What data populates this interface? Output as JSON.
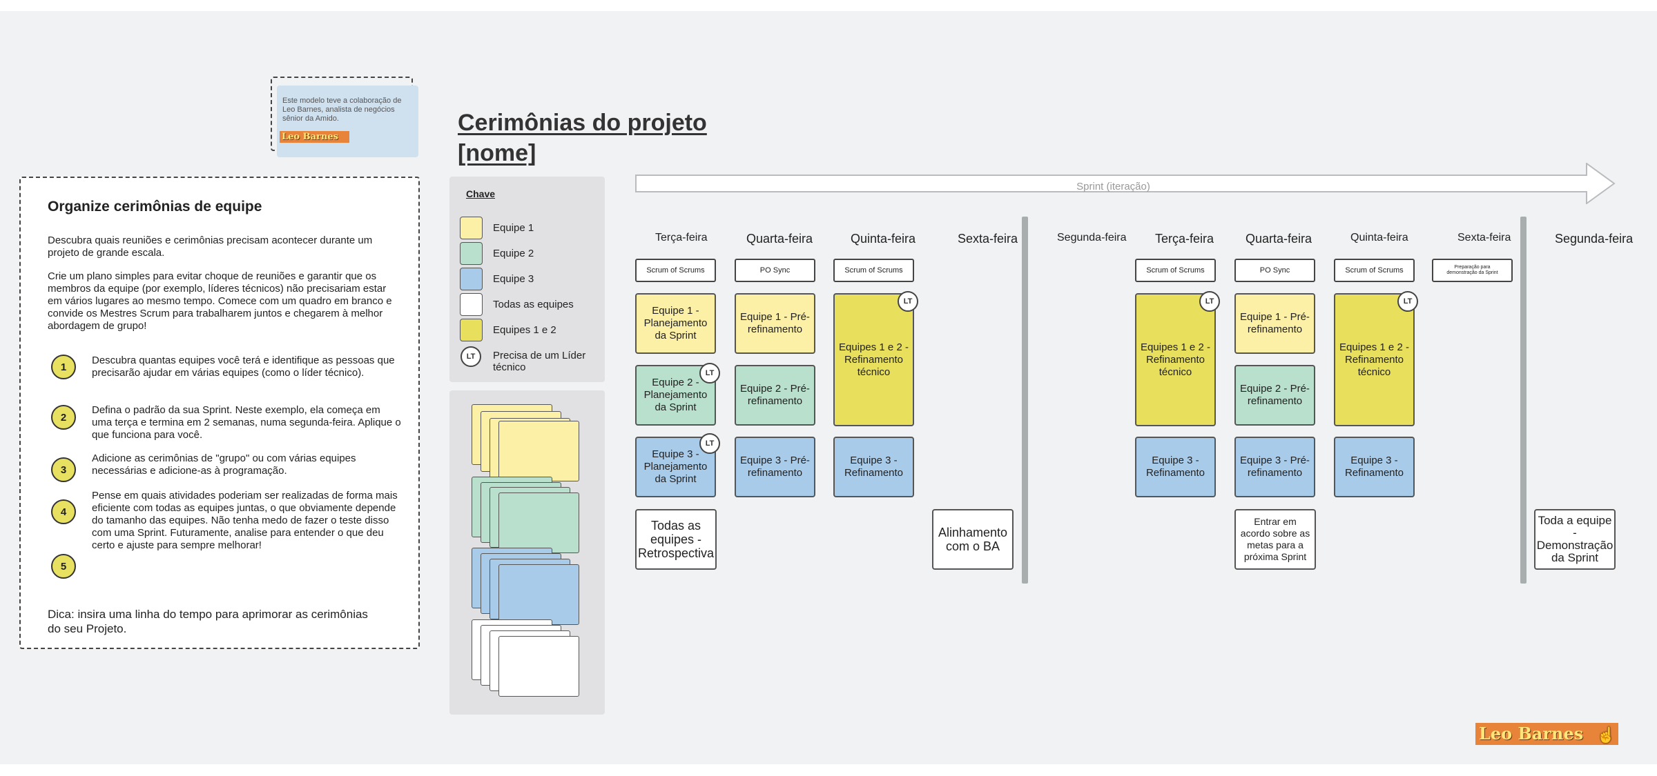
{
  "title": {
    "line1": "Cerimônias do projeto",
    "line2": "[nome]"
  },
  "collab": {
    "text": "Este modelo teve a colaboração de Leo Barnes, analista de negócios sênior da Amido.",
    "logo": "Leo Barnes"
  },
  "instructions": {
    "heading": "Organize cerimônias de equipe",
    "p1": "Descubra quais reuniões e cerimônias precisam acontecer durante um projeto de grande escala.",
    "p2": "Crie um plano simples para evitar choque de reuniões e garantir que os membros da equipe (por exemplo, líderes técnicos) não precisariam estar em vários lugares ao mesmo tempo. Comece com um quadro em branco e convide os Mestres Scrum para trabalharem juntos e chegarem à melhor abordagem de grupo!",
    "steps": [
      {
        "num": "1",
        "text": "Descubra quantas equipes você terá e identifique as pessoas que precisarão ajudar em várias equipes (como o líder técnico)."
      },
      {
        "num": "2",
        "text": "Defina o padrão da sua Sprint. Neste exemplo, ela começa em uma terça e termina em 2 semanas, numa segunda-feira. Aplique o que funciona para você."
      },
      {
        "num": "3",
        "text": "Adicione as cerimônias de \"grupo\" ou com várias equipes necessárias e adicione-as à programação."
      },
      {
        "num": "4",
        "text": "Pense em quais atividades poderiam ser realizadas de forma mais eficiente com todas as equipes juntas, o que obviamente depende do tamanho das equipes. Não tenha medo de fazer o teste disso com uma Sprint. Futuramente, analise para entender o que deu certo e ajuste para sempre melhorar!"
      },
      {
        "num": "5",
        "text": ""
      }
    ],
    "tip": "Dica: insira uma linha do tempo para aprimorar as cerimônias do seu Projeto."
  },
  "key": {
    "heading": "Chave",
    "items": [
      {
        "label": "Equipe 1",
        "color": "#fcefa6"
      },
      {
        "label": "Equipe 2",
        "color": "#b8e0cc"
      },
      {
        "label": "Equipe 3",
        "color": "#a9cbea"
      },
      {
        "label": "Todas as equipes",
        "color": "#ffffff"
      },
      {
        "label": "Equipes 1 e 2",
        "color": "#e8df5c"
      },
      {
        "label": "Precisa de um Líder técnico",
        "badge": "LT"
      }
    ]
  },
  "sprint": {
    "label": "Sprint (iteração)"
  },
  "days": [
    "Terça-feira",
    "Quarta-feira",
    "Quinta-feira",
    "Sexta-feira",
    "Segunda-feira",
    "Terça-feira",
    "Quarta-feira",
    "Quinta-feira",
    "Sexta-feira",
    "Segunda-feira"
  ],
  "badge": "LT",
  "cards": {
    "scrum_of_scrums": "Scrum of Scrums",
    "po_sync": "PO Sync",
    "demo_prep": "Preparação para demonstração da Sprint",
    "t1_plan": "Equipe 1 - Planejamento da Sprint",
    "t2_plan": "Equipe 2 - Planejamento da Sprint",
    "t3_plan": "Equipe 3 - Planejamento da Sprint",
    "t1_pre": "Equipe 1 - Pré-refinamento",
    "t2_pre": "Equipe 2 - Pré-refinamento",
    "t3_pre": "Equipe 3 - Pré-refinamento",
    "t12_ref": "Equipes 1 e 2 - Refinamento técnico",
    "t3_ref": "Equipe 3 - Refinamento",
    "retro": "Todas as equipes - Retrospectiva",
    "ba": "Alinhamento com o BA",
    "goals": "Entrar em acordo sobre as metas para a próxima Sprint",
    "demo": "Toda a equipe - Demonstração da Sprint"
  },
  "logo": "Leo Barnes"
}
